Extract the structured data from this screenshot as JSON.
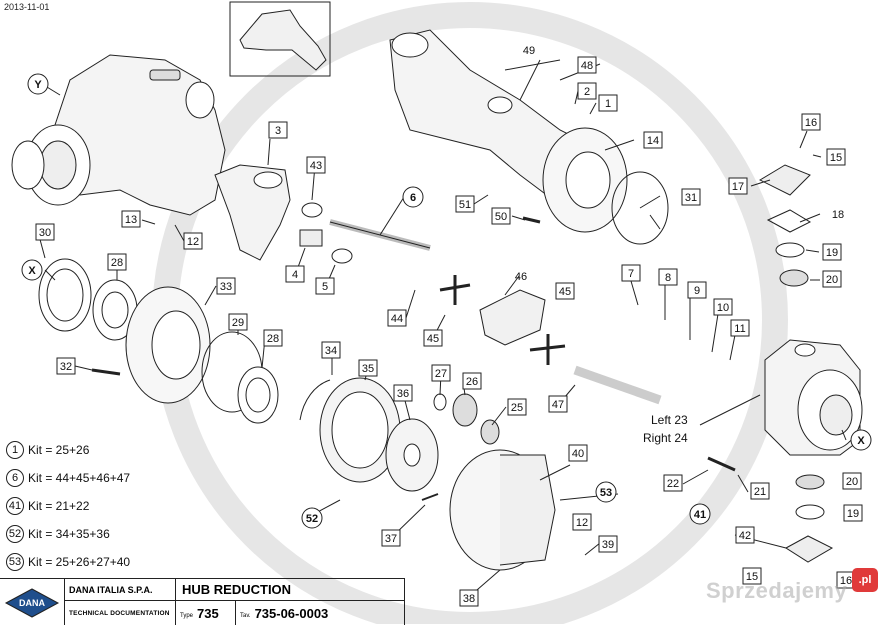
{
  "date": "2013-11-01",
  "parts": [
    {
      "id": "Y",
      "shape": "circle"
    },
    {
      "id": "X",
      "shape": "circle"
    },
    {
      "id": "1",
      "shape": "box"
    },
    {
      "id": "2",
      "shape": "box"
    },
    {
      "id": "3",
      "shape": "box"
    },
    {
      "id": "4",
      "shape": "box"
    },
    {
      "id": "5",
      "shape": "box"
    },
    {
      "id": "6",
      "shape": "circle"
    },
    {
      "id": "7",
      "shape": "box"
    },
    {
      "id": "8",
      "shape": "box"
    },
    {
      "id": "9",
      "shape": "box"
    },
    {
      "id": "10",
      "shape": "box"
    },
    {
      "id": "11",
      "shape": "box"
    },
    {
      "id": "12",
      "shape": "box"
    },
    {
      "id": "13",
      "shape": "box"
    },
    {
      "id": "14",
      "shape": "box"
    },
    {
      "id": "15",
      "shape": "box"
    },
    {
      "id": "16",
      "shape": "box"
    },
    {
      "id": "17",
      "shape": "box"
    },
    {
      "id": "18",
      "shape": "plain"
    },
    {
      "id": "19",
      "shape": "box"
    },
    {
      "id": "20",
      "shape": "box"
    },
    {
      "id": "21",
      "shape": "box"
    },
    {
      "id": "22",
      "shape": "box"
    },
    {
      "id": "25",
      "shape": "box"
    },
    {
      "id": "26",
      "shape": "box"
    },
    {
      "id": "27",
      "shape": "box"
    },
    {
      "id": "28",
      "shape": "box"
    },
    {
      "id": "29",
      "shape": "box"
    },
    {
      "id": "30",
      "shape": "box"
    },
    {
      "id": "31",
      "shape": "box"
    },
    {
      "id": "32",
      "shape": "box"
    },
    {
      "id": "33",
      "shape": "box"
    },
    {
      "id": "34",
      "shape": "box"
    },
    {
      "id": "35",
      "shape": "box"
    },
    {
      "id": "36",
      "shape": "box"
    },
    {
      "id": "37",
      "shape": "box"
    },
    {
      "id": "38",
      "shape": "box"
    },
    {
      "id": "39",
      "shape": "box"
    },
    {
      "id": "40",
      "shape": "box"
    },
    {
      "id": "41",
      "shape": "circle"
    },
    {
      "id": "42",
      "shape": "box"
    },
    {
      "id": "43",
      "shape": "box"
    },
    {
      "id": "44",
      "shape": "box"
    },
    {
      "id": "45",
      "shape": "box"
    },
    {
      "id": "46",
      "shape": "plain"
    },
    {
      "id": "47",
      "shape": "box"
    },
    {
      "id": "48",
      "shape": "box"
    },
    {
      "id": "49",
      "shape": "plain"
    },
    {
      "id": "50",
      "shape": "box"
    },
    {
      "id": "51",
      "shape": "box"
    },
    {
      "id": "52",
      "shape": "circle"
    },
    {
      "id": "53",
      "shape": "circle"
    }
  ],
  "side_labels": {
    "left_text": "Left",
    "left_num": "23",
    "right_text": "Right",
    "right_num": "24"
  },
  "kits": [
    {
      "num": "1",
      "text": "Kit = 25+26"
    },
    {
      "num": "6",
      "text": "Kit = 44+45+46+47"
    },
    {
      "num": "41",
      "text": "Kit = 21+22"
    },
    {
      "num": "52",
      "text": "Kit = 34+35+36"
    },
    {
      "num": "53",
      "text": "Kit = 25+26+27+40"
    }
  ],
  "title_block": {
    "logo_text": "DANA",
    "company": "DANA ITALIA S.P.A.",
    "doc_type": "TECHNICAL DOCUMENTATION",
    "title": "HUB REDUCTION",
    "type_label": "Type",
    "type_value": "735",
    "tav_label": "Tav.",
    "tav_value": "735-06-0003"
  },
  "watermark": {
    "text": "Sprzedajemy",
    "badge": ".pl"
  }
}
